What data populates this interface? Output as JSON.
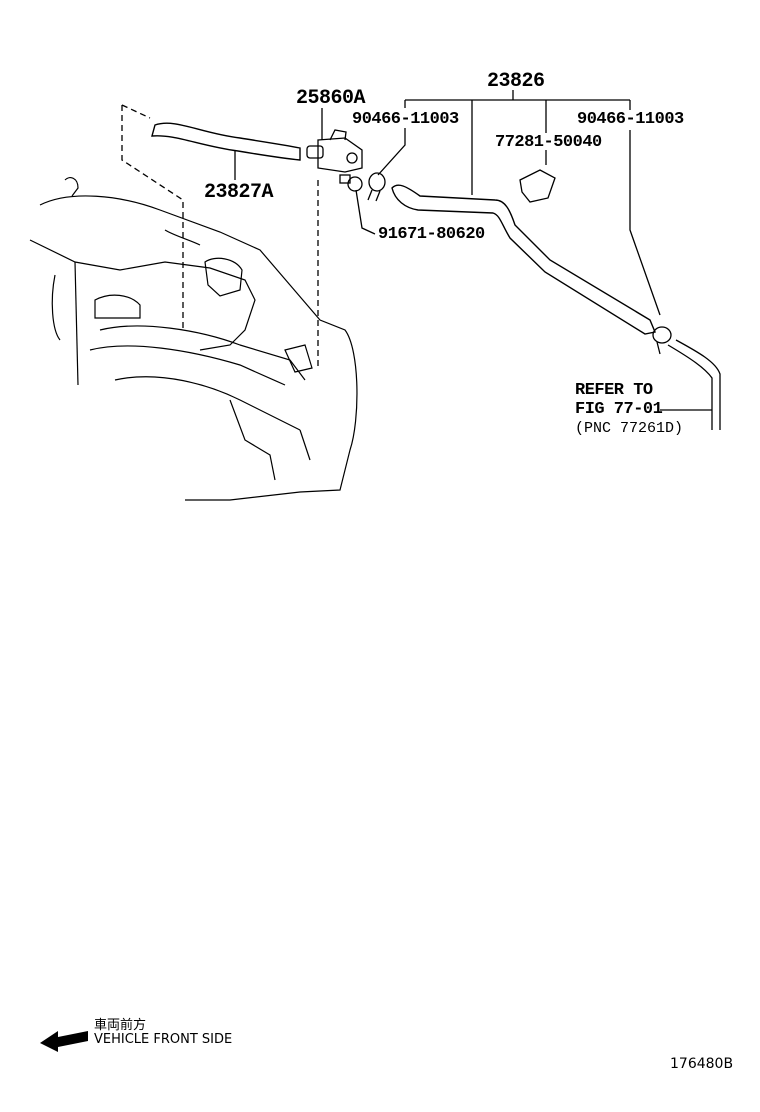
{
  "diagram": {
    "type": "parts-illustration",
    "figure_id": "176480B",
    "callouts": {
      "assembly": "23826",
      "vsv": "25860A",
      "clip_left": "90466-11003",
      "clip_right": "90466-11003",
      "clamp": "77281-50040",
      "hose_left": "23827A",
      "bolt": "91671-80620"
    },
    "reference": {
      "line1": "REFER TO",
      "line2": "FIG 77-01",
      "line3": "(PNC 77261D)"
    },
    "orientation": {
      "label_jp": "車両前方",
      "label_en": "VEHICLE FRONT SIDE",
      "arrow": "left-arrow-icon"
    }
  }
}
